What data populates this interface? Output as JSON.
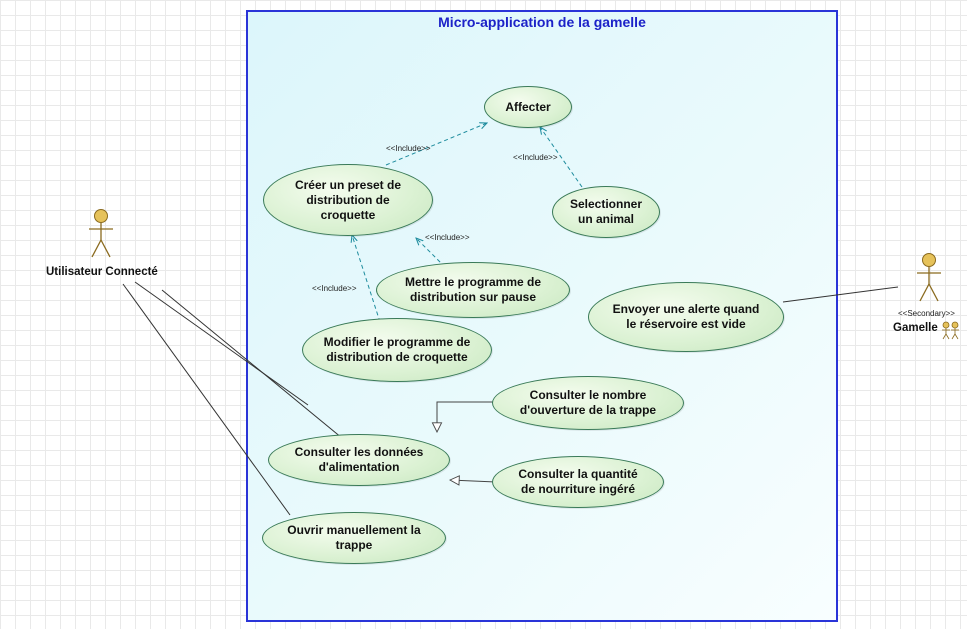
{
  "system": {
    "title": "Micro-application de la gamelle"
  },
  "actors": {
    "user": {
      "name": "Utilisateur Connecté",
      "icon": "stick-figure-actor-icon"
    },
    "bowl": {
      "name": "Gamelle",
      "stereotype": "<<Secondary>>",
      "icon": "stick-figure-actor-icon"
    }
  },
  "use_cases": {
    "affecter": "Affecter",
    "creer_preset": "Créer un preset de distribution de croquette",
    "selectionner": "Selectionner un animal",
    "mettre_pause": "Mettre le programme de distribution sur pause",
    "modifier": "Modifier le programme de distribution de croquette",
    "alerte": "Envoyer une alerte quand le réservoire est vide",
    "consulter_ouverture": "Consulter le nombre d'ouverture de la trappe",
    "consulter_donnees": "Consulter les données d'alimentation",
    "consulter_quantite": "Consulter la quantité de nourriture ingéré",
    "ouvrir": "Ouvrir manuellement la trappe"
  },
  "relations": {
    "include_1": "<<Include>>",
    "include_2": "<<Include>>",
    "include_3": "<<Include>>",
    "include_4": "<<Include>>"
  },
  "colors": {
    "system_border": "#2a34d8",
    "system_fill": "#e6f9fc",
    "use_case_fill": "#daf1d2",
    "use_case_border": "#3a7a58",
    "include_line": "#1e8c9e",
    "actor_fill": "#e6c25a"
  }
}
